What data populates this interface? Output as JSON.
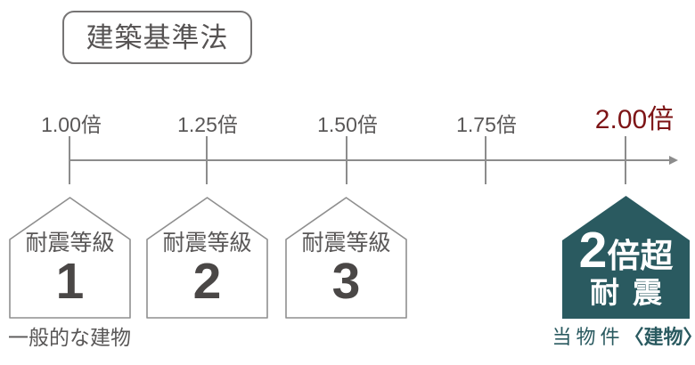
{
  "law_box": {
    "label": "建築基準法"
  },
  "axis": {
    "ticks": [
      {
        "label": "1.00倍"
      },
      {
        "label": "1.25倍"
      },
      {
        "label": "1.50倍"
      },
      {
        "label": "1.75倍"
      },
      {
        "label": "2.00倍"
      }
    ],
    "highlighted_tick": "2.00倍"
  },
  "houses": [
    {
      "title": "耐震等級",
      "grade": "1"
    },
    {
      "title": "耐震等級",
      "grade": "2"
    },
    {
      "title": "耐震等級",
      "grade": "3"
    }
  ],
  "feature_house": {
    "big_number": "2",
    "suffix": "倍超",
    "line2": "耐震"
  },
  "captions": {
    "general": "一般的な建物",
    "property_prefix": "当物件",
    "property_emphasis": "〈建物〉"
  },
  "colors": {
    "text_gray": "#595757",
    "line_gray": "#8c8c8c",
    "accent_red": "#7d1416",
    "accent_teal": "#2a5a60",
    "grade_number_gray": "#4a4746"
  }
}
